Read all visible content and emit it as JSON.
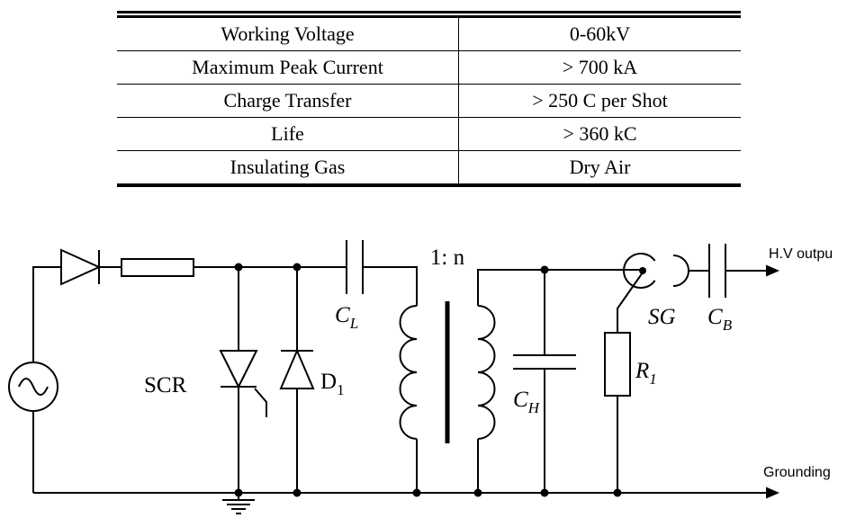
{
  "table": {
    "rows": [
      {
        "label": "Working Voltage",
        "value": "0-60kV"
      },
      {
        "label": "Maximum Peak Current",
        "value": "> 700 kA"
      },
      {
        "label": "Charge Transfer",
        "value": "> 250 C per Shot"
      },
      {
        "label": "Life",
        "value": "> 360 kC"
      },
      {
        "label": "Insulating Gas",
        "value": "Dry Air"
      }
    ]
  },
  "circuit": {
    "labels": {
      "scr": "SCR",
      "d1_main": "D",
      "d1_sub": "1",
      "cl_main": "C",
      "cl_sub": "L",
      "ratio": "1: n",
      "ch_main": "C",
      "ch_sub": "H",
      "r1_main": "R",
      "r1_sub": "1",
      "sg": "SG",
      "cb_main": "C",
      "cb_sub": "B",
      "hv_output": "H.V outpu",
      "grounding": "Grounding"
    },
    "colors": {
      "stroke": "#000000",
      "background": "#ffffff"
    }
  }
}
